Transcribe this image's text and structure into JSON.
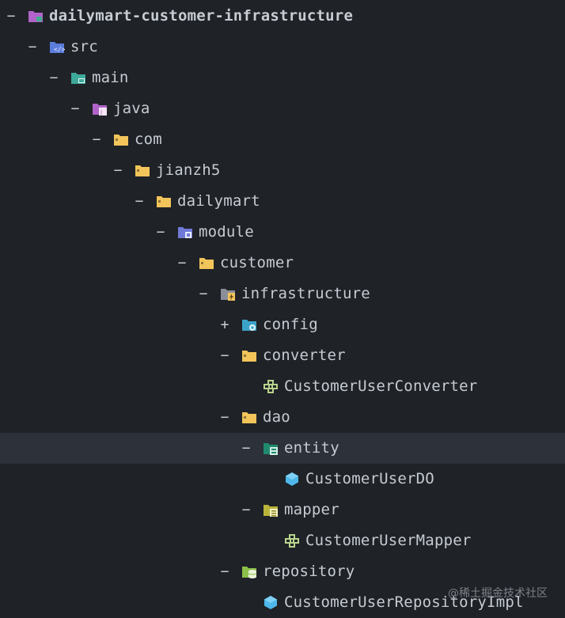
{
  "tree": [
    {
      "label": "dailymart-customer-infrastructure",
      "toggle": "−",
      "icon": "module-folder-icon",
      "bold": true
    },
    {
      "label": "src",
      "toggle": "−",
      "icon": "source-folder-icon"
    },
    {
      "label": "main",
      "toggle": "−",
      "icon": "main-folder-icon"
    },
    {
      "label": "java",
      "toggle": "−",
      "icon": "java-folder-icon"
    },
    {
      "label": "com",
      "toggle": "−",
      "icon": "package-folder-icon"
    },
    {
      "label": "jianzh5",
      "toggle": "−",
      "icon": "package-folder-icon"
    },
    {
      "label": "dailymart",
      "toggle": "−",
      "icon": "package-folder-icon"
    },
    {
      "label": "module",
      "toggle": "−",
      "icon": "module-package-folder-icon"
    },
    {
      "label": "customer",
      "toggle": "−",
      "icon": "package-folder-icon"
    },
    {
      "label": "infrastructure",
      "toggle": "−",
      "icon": "infrastructure-folder-icon"
    },
    {
      "label": "config",
      "toggle": "+",
      "icon": "config-folder-icon"
    },
    {
      "label": "converter",
      "toggle": "−",
      "icon": "package-folder-icon"
    },
    {
      "label": "CustomerUserConverter",
      "toggle": "",
      "icon": "class-component-icon"
    },
    {
      "label": "dao",
      "toggle": "−",
      "icon": "package-folder-icon"
    },
    {
      "label": "entity",
      "toggle": "−",
      "icon": "entity-folder-icon",
      "selected": true
    },
    {
      "label": "CustomerUserDO",
      "toggle": "",
      "icon": "class-cube-icon"
    },
    {
      "label": "mapper",
      "toggle": "−",
      "icon": "mapper-folder-icon"
    },
    {
      "label": "CustomerUserMapper",
      "toggle": "",
      "icon": "class-component-icon"
    },
    {
      "label": "repository",
      "toggle": "−",
      "icon": "repository-folder-icon"
    },
    {
      "label": "CustomerUserRepositoryImpl",
      "toggle": "",
      "icon": "class-cube-icon"
    }
  ],
  "watermark": "@稀土掘金技术社区",
  "colors": {
    "background": "#1f2227",
    "selection": "#2c313a",
    "text": "#c6ccd3",
    "package_folder": "#f2c45a",
    "module_folder": "#b163c9",
    "source_folder": "#5b7ddb",
    "main_folder": "#3ea89a",
    "class_icon": "#4fb8ea",
    "component_icon": "#b9d48c"
  }
}
